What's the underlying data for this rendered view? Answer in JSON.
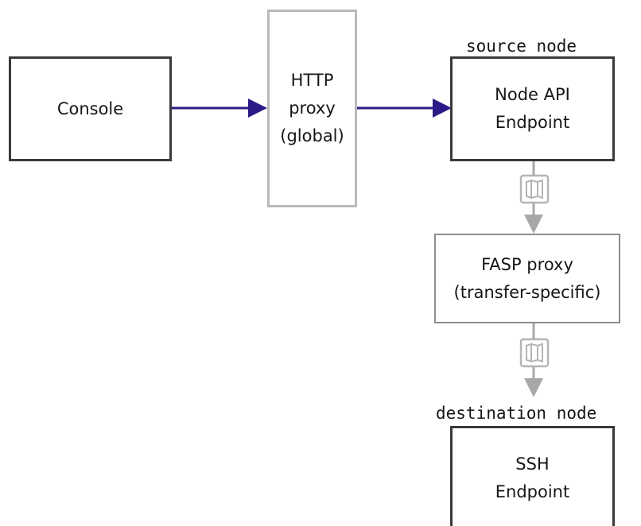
{
  "nodes": {
    "console": {
      "label": "Console"
    },
    "http_proxy": {
      "lines": [
        "HTTP",
        "proxy",
        "(global)"
      ]
    },
    "node_api": {
      "lines": [
        "Node API",
        "Endpoint"
      ]
    },
    "fasp_proxy": {
      "lines": [
        "FASP proxy",
        "(transfer-specific)"
      ]
    },
    "ssh_endpoint": {
      "lines": [
        "SSH",
        "Endpoint"
      ]
    }
  },
  "captions": {
    "source": "source node",
    "destination": "destination node"
  },
  "colors": {
    "http_flow": "#2e1a87",
    "fasp_flow": "#a8a8a8",
    "box_border_dark": "#3a3a3a",
    "box_border_light": "#b9b9b9"
  },
  "icons": {
    "transfer": "file-transfer-icon"
  }
}
